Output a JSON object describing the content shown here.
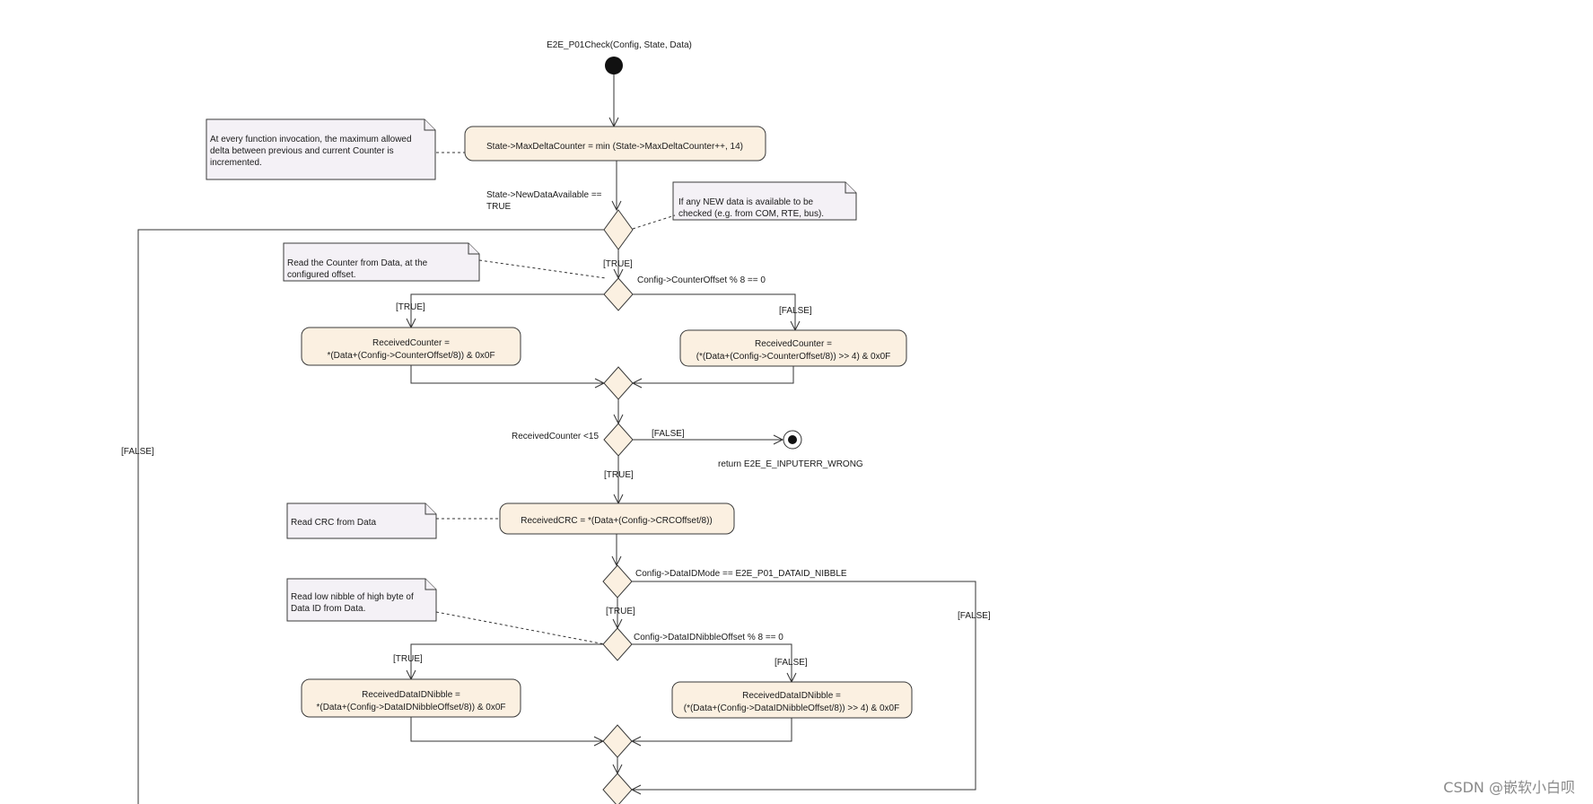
{
  "title": "E2E_P01Check(Config, State, Data)",
  "actions": {
    "max_delta": "State->MaxDeltaCounter = min (State->MaxDeltaCounter++, 14)",
    "counter_true_l1": "ReceivedCounter =",
    "counter_true_l2": "*(Data+(Config->CounterOffset/8)) & 0x0F",
    "counter_false_l1": "ReceivedCounter =",
    "counter_false_l2": "(*(Data+(Config->CounterOffset/8)) >> 4) & 0x0F",
    "crc": "ReceivedCRC = *(Data+(Config->CRCOffset/8))",
    "nibble_true_l1": "ReceivedDataIDNibble =",
    "nibble_true_l2": "*(Data+(Config->DataIDNibbleOffset/8)) & 0x0F",
    "nibble_false_l1": "ReceivedDataIDNibble =",
    "nibble_false_l2": "(*(Data+(Config->DataIDNibbleOffset/8)) >> 4) & 0x0F"
  },
  "notes": {
    "n1_l1": "At every function invocation, the maximum allowed",
    "n1_l2": "delta between previous and current Counter is",
    "n1_l3": "incremented.",
    "n2_l1": "If any NEW data is available to be",
    "n2_l2": "checked (e.g. from COM, RTE, bus).",
    "n3_l1": "Read the Counter from Data, at the",
    "n3_l2": "configured offset.",
    "n4_l1": "Read CRC from Data",
    "n5_l1": "Read low nibble of high byte of",
    "n5_l2": "Data ID from Data."
  },
  "guards": {
    "new_data_l1": "State->NewDataAvailable ==",
    "new_data_l2": "TRUE",
    "true_1": "[TRUE]",
    "counter_offset": "Config->CounterOffset % 8 == 0",
    "true_2": "[TRUE]",
    "false_2": "[FALSE]",
    "received_lt": "ReceivedCounter <15",
    "false_3": "[FALSE]",
    "true_3": "[TRUE]",
    "return_wrong": "return E2E_E_INPUTERR_WRONG",
    "false_left": "[FALSE]",
    "dataid_mode": "Config->DataIDMode == E2E_P01_DATAID_NIBBLE",
    "true_4": "[TRUE]",
    "false_4": "[FALSE]",
    "nibble_offset": "Config->DataIDNibbleOffset % 8 == 0",
    "true_5": "[TRUE]",
    "false_5": "[FALSE]"
  },
  "watermark": "CSDN @嵌软小白呗",
  "colors": {
    "node_fill": "#fbf0e1",
    "note_fill": "#f4f1f6",
    "line": "#333333"
  }
}
